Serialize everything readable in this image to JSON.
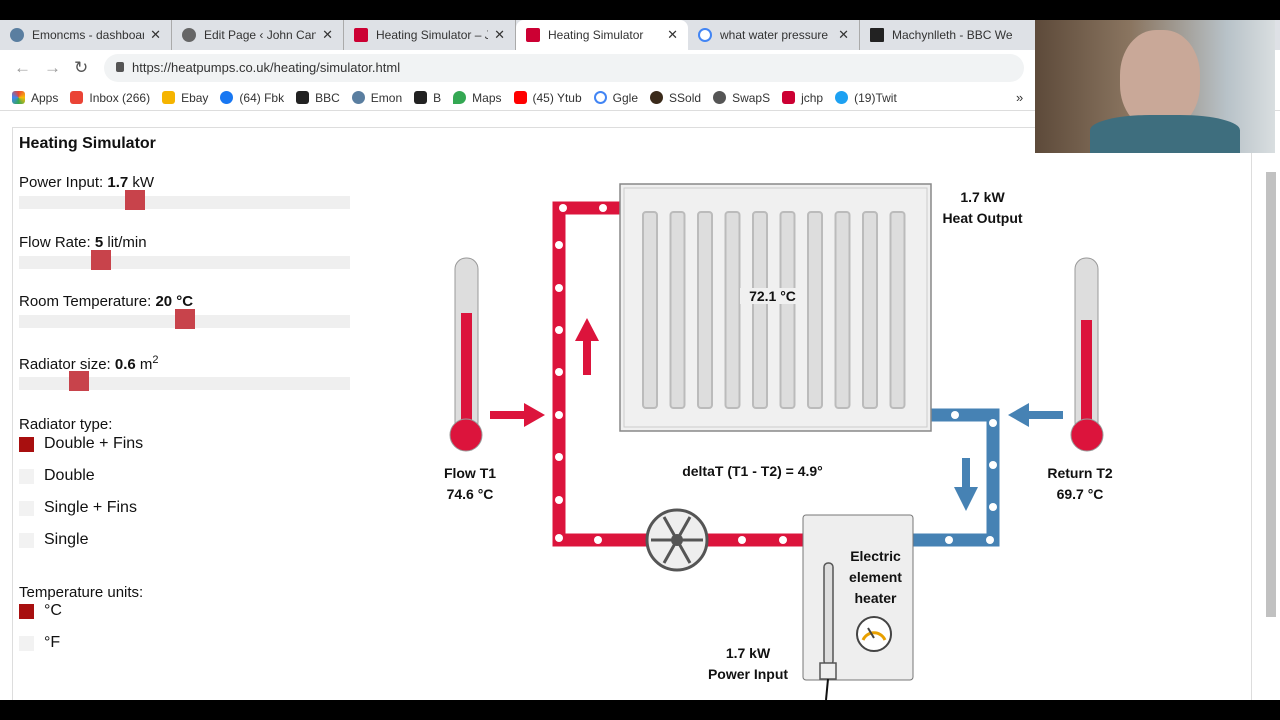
{
  "browser": {
    "tabs": [
      {
        "title": "Emoncms - dashboard",
        "active": false
      },
      {
        "title": "Edit Page ‹ John Cantor",
        "active": false
      },
      {
        "title": "Heating Simulator – John",
        "active": false
      },
      {
        "title": "Heating Simulator",
        "active": true
      },
      {
        "title": "what water pressure un",
        "active": false
      },
      {
        "title": "Machynlleth - BBC We",
        "active": false
      }
    ],
    "url": "https://heatpumps.co.uk/heating/simulator.html",
    "bookmarks": [
      "Apps",
      "Inbox (266)",
      "Ebay",
      "(64) Fbk",
      "BBC",
      "Emon",
      "B",
      "Maps",
      "(45) Ytub",
      "Ggle",
      "SSold",
      "SwapS",
      "jchp",
      "(19)Twit"
    ],
    "more": "»"
  },
  "sim": {
    "title": "Heating Simulator",
    "power": {
      "label": "Power Input: ",
      "value": "1.7",
      "unit": " kW",
      "fraction": 0.34
    },
    "flow": {
      "label": "Flow Rate: ",
      "value": "5",
      "unit": " lit/min",
      "fraction": 0.23
    },
    "room": {
      "label": "Room Temperature: ",
      "value": "20 °C",
      "fraction": 0.5
    },
    "radsize": {
      "label": "Radiator size: ",
      "value": "0.6",
      "unit": " m",
      "sup": "2",
      "fraction": 0.16
    },
    "radtype": {
      "label": "Radiator type:",
      "options": [
        "Double + Fins",
        "Double",
        "Single + Fins",
        "Single"
      ],
      "selected": 0
    },
    "units": {
      "label": "Temperature units:",
      "options": [
        "°C",
        "°F"
      ],
      "selected": 0
    }
  },
  "diagram": {
    "heat_output": "1.7 kW",
    "heat_output_label": "Heat Output",
    "rad_temp": "72.1 °C",
    "flow_label": "Flow T1",
    "flow_temp": "74.6 °C",
    "return_label": "Return T2",
    "return_temp": "69.7 °C",
    "delta": "deltaT (T1 - T2) =  4.9°",
    "heater": [
      "Electric",
      "element",
      "heater"
    ],
    "power_in": "1.7 kW",
    "power_in_label": "Power Input",
    "colors": {
      "hot": "#dc143c",
      "cold": "#4682b4"
    }
  }
}
